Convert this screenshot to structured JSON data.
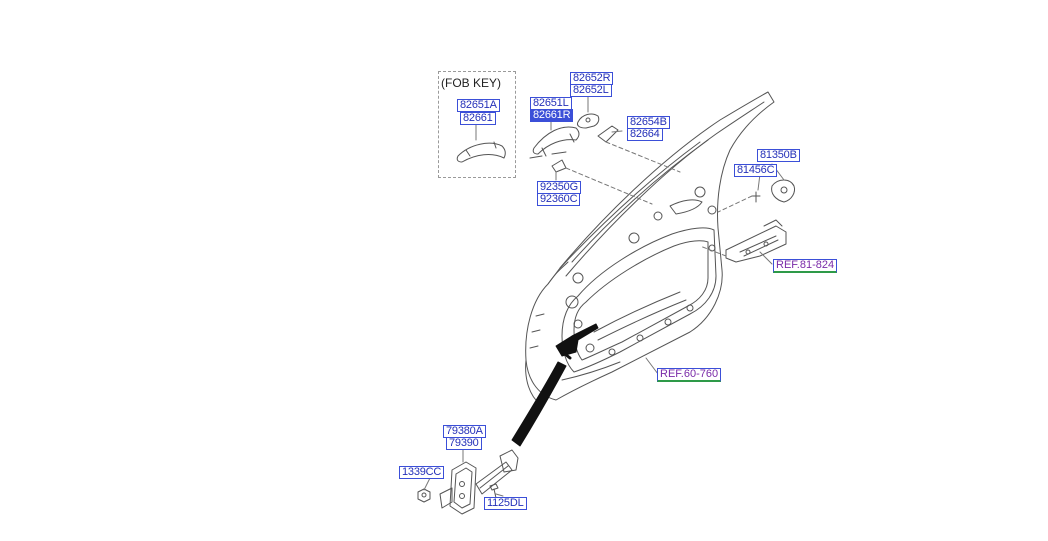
{
  "diagram": {
    "fob_key_title": "(FOB KEY)",
    "labels": {
      "p82651a": "82651A",
      "p82661": "82661",
      "p82652r": "82652R",
      "p82652l": "82652L",
      "p82651l": "82651L",
      "p82661r": "82661R",
      "p82654b": "82654B",
      "p82664": "82664",
      "p92350g": "92350G",
      "p92360c": "92360C",
      "p81350b": "81350B",
      "p81456c": "81456C",
      "ref81824": "REF.81-824",
      "ref60760": "REF.60-760",
      "p79380a": "79380A",
      "p79390": "79390",
      "p1339cc": "1339CC",
      "p1125dl": "1125DL"
    },
    "colors": {
      "label_border": "#3b4fd8",
      "label_text": "#2430b8",
      "highlight_fill": "#3b4fd8",
      "ref_text": "#7a2aa8",
      "ref_underline": "#2e9a48",
      "line_art": "#555555"
    }
  }
}
